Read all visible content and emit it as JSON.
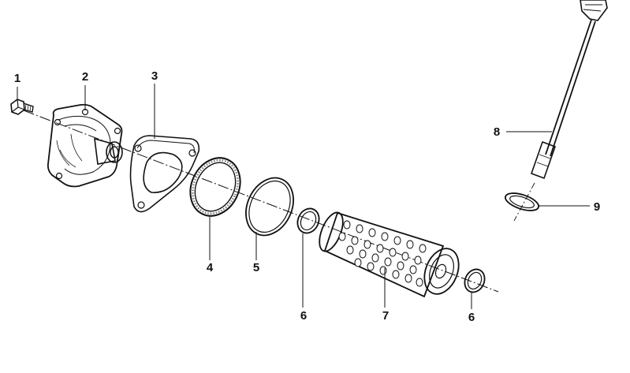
{
  "diagram": {
    "callouts": [
      {
        "id": "c1",
        "text": "1"
      },
      {
        "id": "c2",
        "text": "2"
      },
      {
        "id": "c3",
        "text": "3"
      },
      {
        "id": "c4",
        "text": "4"
      },
      {
        "id": "c5",
        "text": "5"
      },
      {
        "id": "c6a",
        "text": "6"
      },
      {
        "id": "c7",
        "text": "7"
      },
      {
        "id": "c6b",
        "text": "6"
      },
      {
        "id": "c8",
        "text": "8"
      },
      {
        "id": "c9",
        "text": "9"
      }
    ]
  },
  "colors": {
    "ink": "#111111",
    "background": "#ffffff"
  }
}
